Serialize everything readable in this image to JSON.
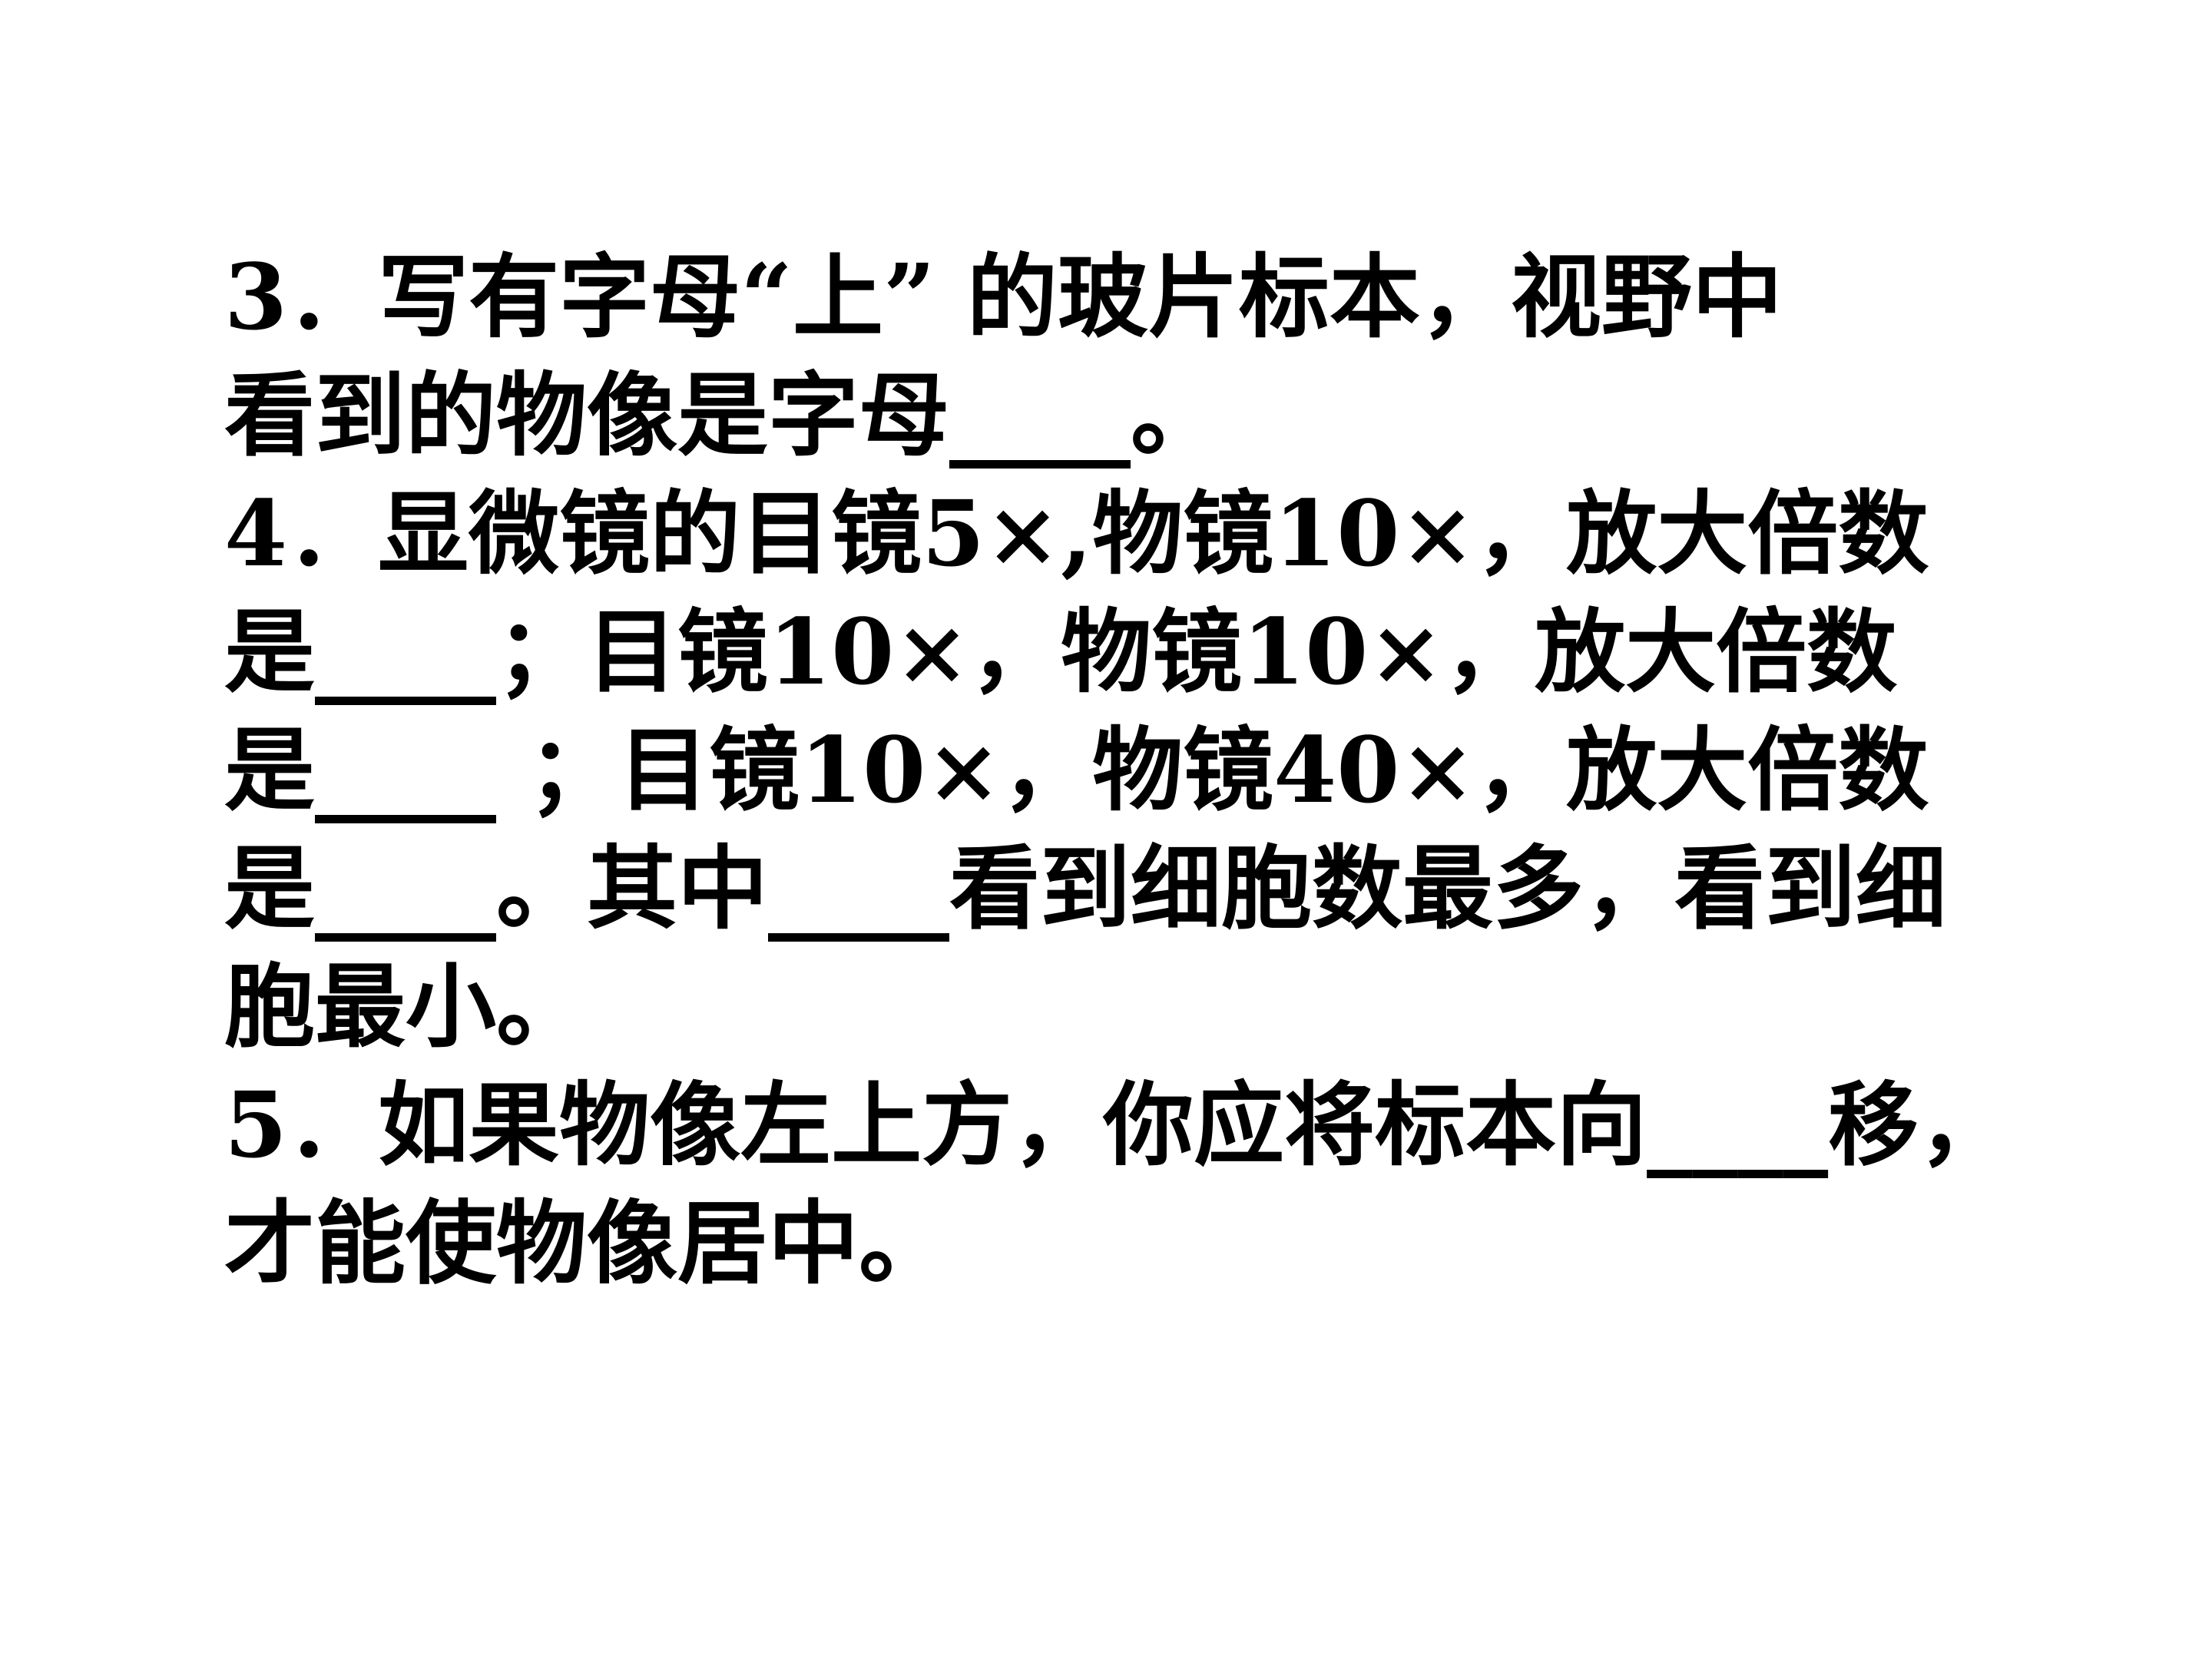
{
  "lines": [
    "3．写有字母“上” 的玻片标本，视野中",
    "看到的物像是字母____。",
    "4．显微镜的目镜5×,物镜10×，放大倍数",
    "是____；目镜10×，物镜10×，放大倍数",
    "是____ ；目镜10×，物镜40×，放大倍数",
    "是____。其中____看到细胞数最多，看到细",
    "胞最小。",
    "5．如果物像左上方，你应将标本向____移，",
    "才能使物像居中。"
  ]
}
